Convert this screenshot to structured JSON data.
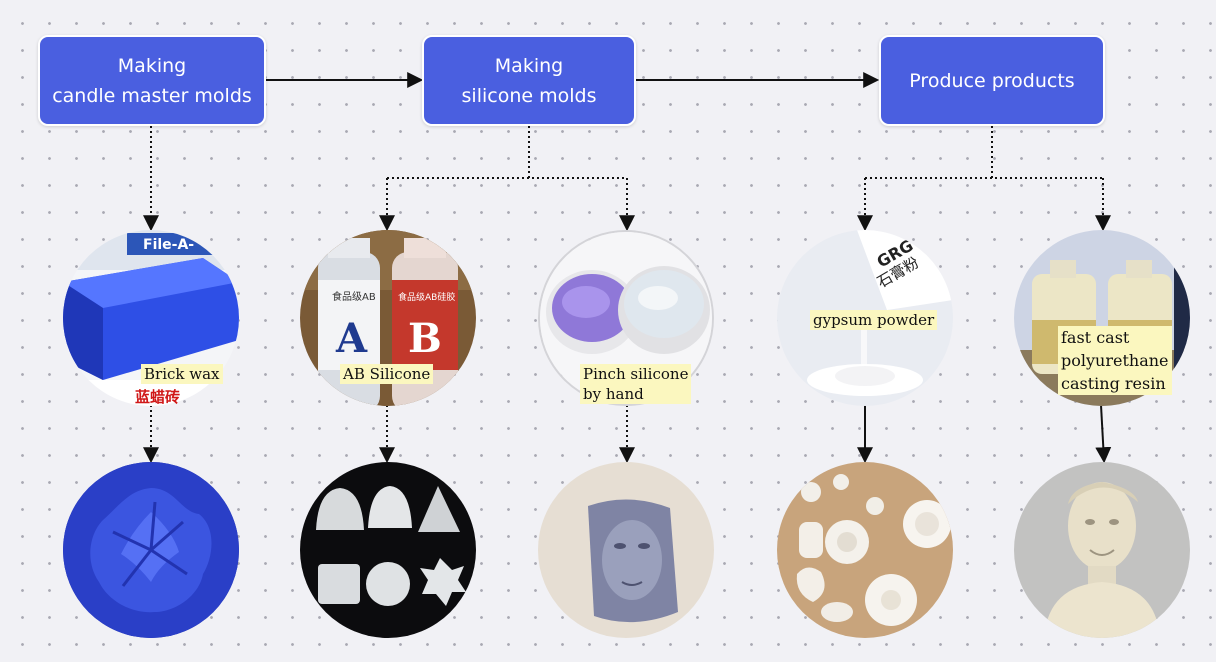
{
  "steps": {
    "master": {
      "line1": "Making",
      "line2": "candle master molds"
    },
    "silicone": {
      "line1": "Making",
      "line2": "silicone molds"
    },
    "produce": {
      "label": "Produce products"
    }
  },
  "materials": {
    "brick_wax": {
      "label": "Brick wax",
      "package_brand": "File-A-",
      "package_cn": "蓝蜡砖"
    },
    "ab_silicone": {
      "label": "AB Silicone",
      "bottle_a": "A",
      "bottle_b": "B",
      "bottle_cn_a": "食品级AB",
      "bottle_cn_b": "食品级AB硅胶"
    },
    "pinch_silicone": {
      "line1": "Pinch silicone",
      "line2": "by hand"
    },
    "gypsum": {
      "label": "gypsum powder",
      "bag_text1": "GRG",
      "bag_text2": "石膏粉"
    },
    "resin": {
      "line1": "fast cast",
      "line2": "polyurethane",
      "line3": "casting resin"
    }
  },
  "colors": {
    "step_box": "#4a5fe0",
    "label_bg": "#fbf7bf",
    "arrow": "#111111",
    "background": "#f1f1f5"
  }
}
